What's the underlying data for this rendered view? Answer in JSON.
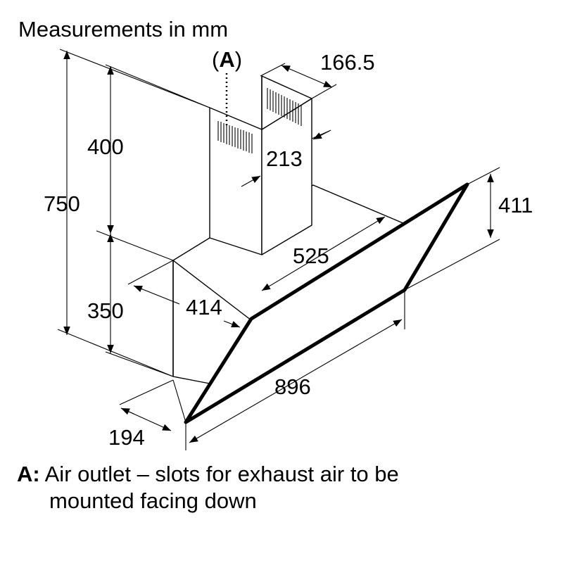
{
  "title": "Measurements in mm",
  "callout": {
    "open": "(",
    "letter": "A",
    "close": ")"
  },
  "dimensions": {
    "overall_height": "750",
    "chimney_height": "400",
    "hood_height": "350",
    "chimney_width": "166.5",
    "chimney_depth": "213",
    "panel_height": "411",
    "slope_length": "525",
    "body_depth": "414",
    "total_width": "896",
    "bottom_depth": "194"
  },
  "legend": {
    "key": "A:",
    "line1": "Air outlet – slots for exhaust air to be",
    "line2": "mounted facing down"
  }
}
